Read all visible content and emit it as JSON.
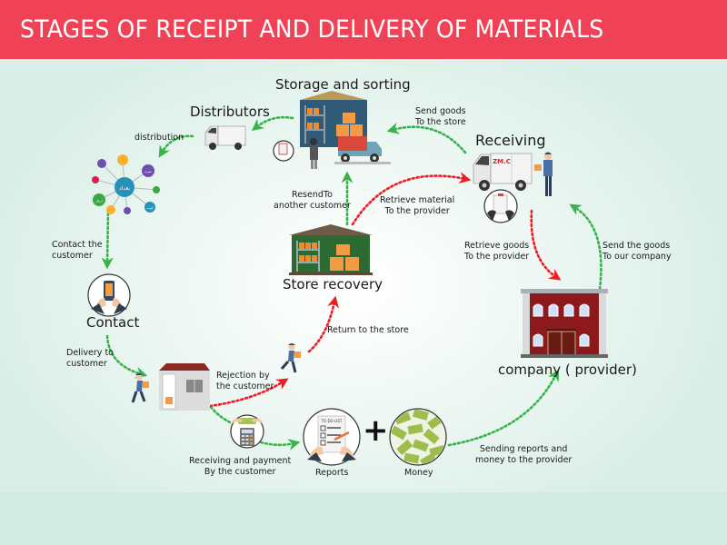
{
  "title": "STAGES OF RECEIPT AND DELIVERY OF MATERIALS",
  "colors": {
    "header": "#ef4256",
    "arrow_green": "#36b34a",
    "arrow_red": "#ee1c25",
    "background": "#d3ece3"
  },
  "stages": {
    "storage": {
      "label": "Storage and sorting",
      "icon": "warehouse-truck-icon"
    },
    "distributors": {
      "label": "Distributors",
      "icon": "van-icon"
    },
    "receiving": {
      "label": "Receiving",
      "icon": "delivery-van-icon",
      "van_text": "ZM.C"
    },
    "network": {
      "center": "بغداد",
      "nodes": [
        "بصرة",
        "اربيل",
        "كويت"
      ],
      "icon": "distribution-network-icon"
    },
    "contact": {
      "label": "Contact",
      "icon": "phone-in-hands-icon"
    },
    "store_recovery": {
      "label": "Store recovery",
      "icon": "warehouse-icon"
    },
    "company": {
      "label": "company ( provider)",
      "icon": "building-icon"
    },
    "customer_house": {
      "icon": "house-icon"
    },
    "payment": {
      "label_line1": "Receiving and payment",
      "label_line2": "By the customer",
      "icon": "calculator-money-icon"
    },
    "reports": {
      "label": "Reports",
      "icon": "checklist-icon",
      "list_title": "TO DO LIST"
    },
    "plus": "+",
    "money": {
      "label": "Money",
      "icon": "money-bills-icon"
    }
  },
  "arrows": {
    "send_goods_store": {
      "line1": "Send goods",
      "line2": "To the store"
    },
    "distribution": "distribution",
    "contact_customer": {
      "line1": "Contact the",
      "line2": "customer"
    },
    "delivery_customer": {
      "line1": "Delivery to",
      "line2": "customer"
    },
    "rejection": {
      "line1": "Rejection by",
      "line2": "the customer"
    },
    "return_store": "Return to the store",
    "resend": {
      "line1": "ResendTo",
      "line2": "another customer"
    },
    "retrieve_material": {
      "line1": "Retrieve material",
      "line2": "To the provider"
    },
    "retrieve_goods": {
      "line1": "Retrieve goods",
      "line2": "To the provider"
    },
    "send_goods_company": {
      "line1": "Send the goods",
      "line2": "To our company"
    },
    "sending_reports": {
      "line1": "Sending reports and",
      "line2": "money to the provider"
    }
  }
}
